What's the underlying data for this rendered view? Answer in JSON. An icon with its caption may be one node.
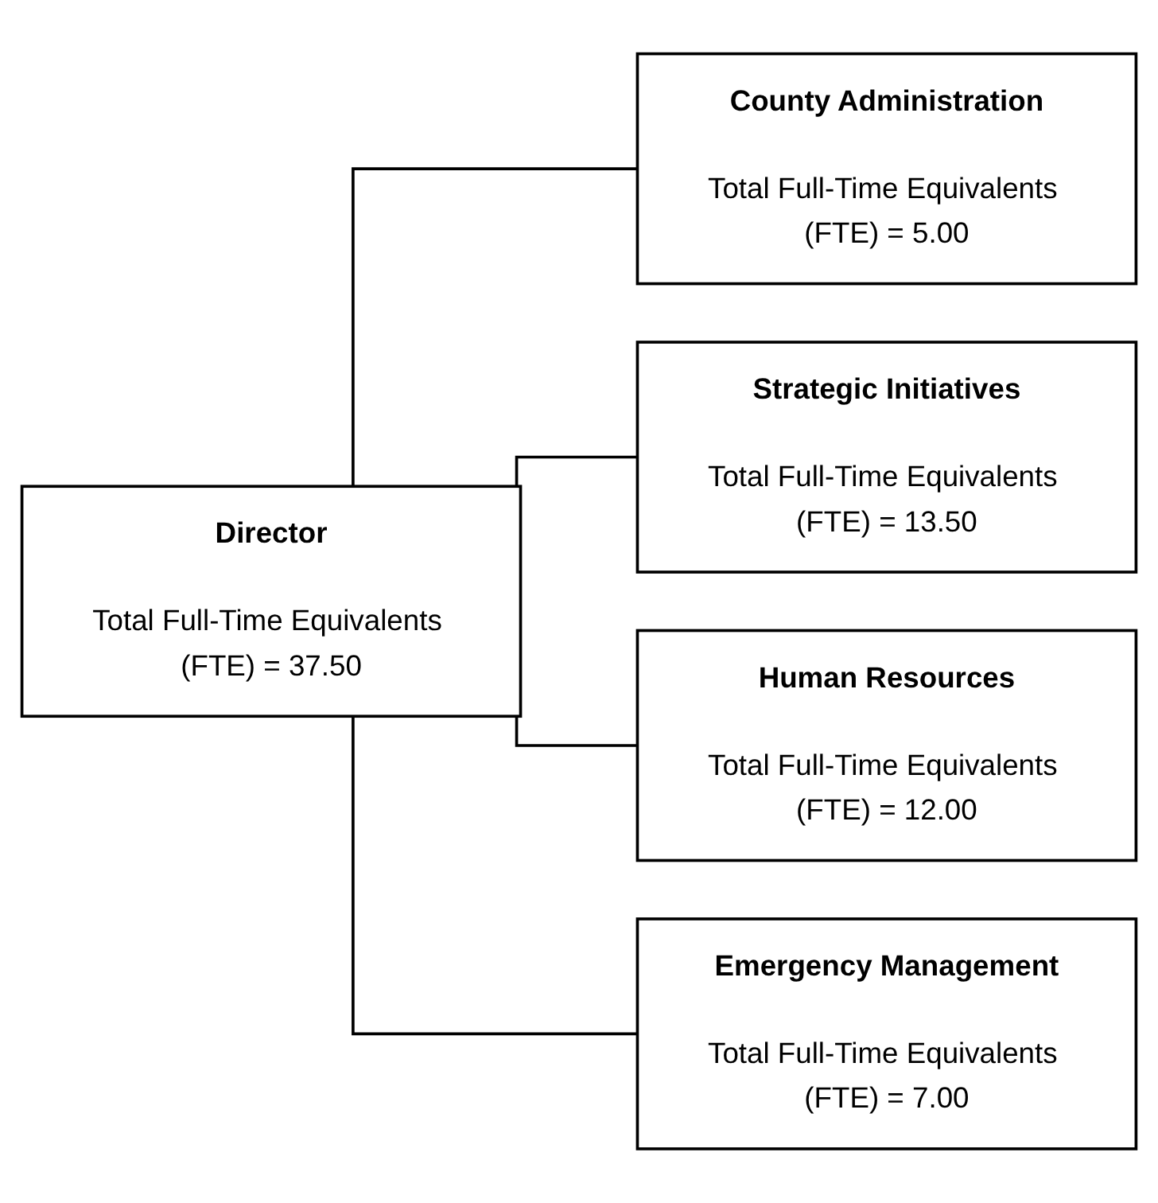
{
  "diagram": {
    "nodes": [
      {
        "text": [
          "Director",
          "Total Full-Time Equivalents (FTE) = 37.50"
        ]
      },
      {
        "text": [
          "County Administration",
          "Total Full-Time Equivalents (FTE) = 5.00"
        ]
      },
      {
        "text": [
          "Strategic Initiatives",
          "Total Full-Time Equivalents (FTE) = 13.50"
        ]
      },
      {
        "text": [
          "Human Resources",
          "Total Full-Time Equivalents (FTE) = 12.00"
        ]
      },
      {
        "text": [
          "Emergency Management",
          "Total Full-Time Equivalents (FTE) = 7.00"
        ]
      }
    ],
    "edges": [
      {
        "from": 0,
        "to": 1,
        "arrow": "none"
      },
      {
        "from": 0,
        "to": 2,
        "arrow": "none"
      },
      {
        "from": 0,
        "to": 3,
        "arrow": "none"
      },
      {
        "from": 0,
        "to": 4,
        "arrow": "none"
      }
    ]
  }
}
